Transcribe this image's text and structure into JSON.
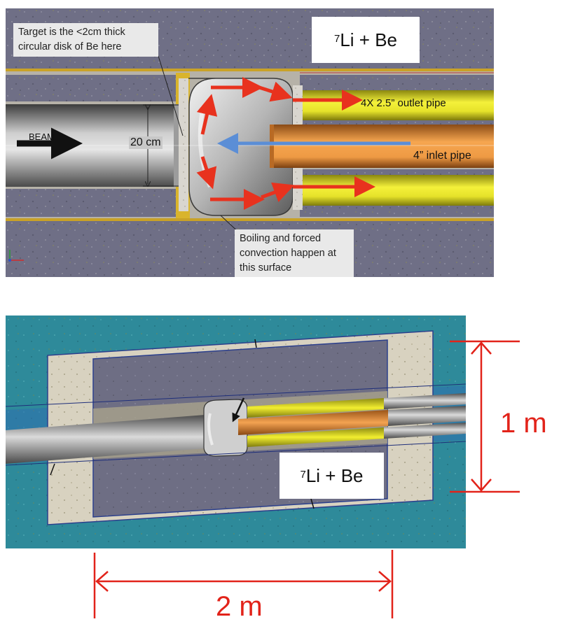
{
  "top_view": {
    "callout_target": "Target is the <2cm thick circular disk of Be here",
    "reaction_sup": "7",
    "reaction_main": "Li + Be",
    "beam_label": "BEAM",
    "diameter_label": "20 cm",
    "outlet_label": "4X 2.5” outlet pipe",
    "inlet_label": "4” inlet pipe",
    "callout_surface": "Boiling and forced convection happen at this surface"
  },
  "bottom_view": {
    "reaction_sup": "7",
    "reaction_main": "Li + Be",
    "height_label": "1 m",
    "width_label": "2 m"
  },
  "colors": {
    "concrete": "#6f6f86",
    "soil": "#2e8a9a",
    "outlet_pipe": "#f2ee2a",
    "inlet_pipe": "#f09a4a",
    "flow_arrow": "#e8321e",
    "inlet_arrow": "#5b8ed6",
    "dimension": "#e2231a"
  }
}
